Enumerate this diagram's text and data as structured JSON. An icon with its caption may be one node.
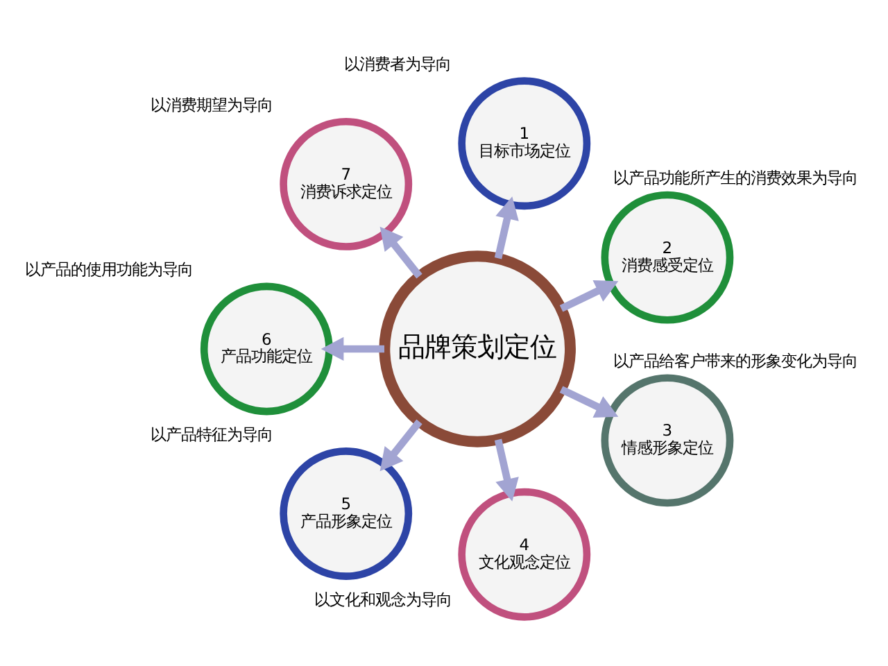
{
  "diagram": {
    "nodes": [
      {
        "text": [
          "品牌策划定位"
        ]
      },
      {
        "text": [
          "1",
          "目标市场定位"
        ],
        "beside": [
          "以消费者为导向"
        ]
      },
      {
        "text": [
          "2",
          "消费感受定位"
        ],
        "beside": [
          "以产品功能所产生的消费效果为导向"
        ]
      },
      {
        "text": [
          "3",
          "情感形象定位"
        ],
        "beside": [
          "以产品给客户带来的形象变化为导向"
        ]
      },
      {
        "text": [
          "4",
          "文化观念定位"
        ],
        "beside": [
          "以文化和观念为导向"
        ]
      },
      {
        "text": [
          "5",
          "产品形象定位"
        ],
        "beside": [
          "以产品特征为导向"
        ]
      },
      {
        "text": [
          "6",
          "产品功能定位"
        ],
        "beside": [
          "以产品的使用功能为导向"
        ]
      },
      {
        "text": [
          "7",
          "消费诉求定位"
        ],
        "beside": [
          "以消费期望为导向"
        ]
      }
    ],
    "edges": [
      {
        "from": 0,
        "to": 1,
        "arrow": "to"
      },
      {
        "from": 0,
        "to": 2,
        "arrow": "to"
      },
      {
        "from": 0,
        "to": 3,
        "arrow": "to"
      },
      {
        "from": 0,
        "to": 4,
        "arrow": "to"
      },
      {
        "from": 0,
        "to": 5,
        "arrow": "to"
      },
      {
        "from": 0,
        "to": 6,
        "arrow": "to"
      },
      {
        "from": 0,
        "to": 7,
        "arrow": "to"
      }
    ]
  }
}
